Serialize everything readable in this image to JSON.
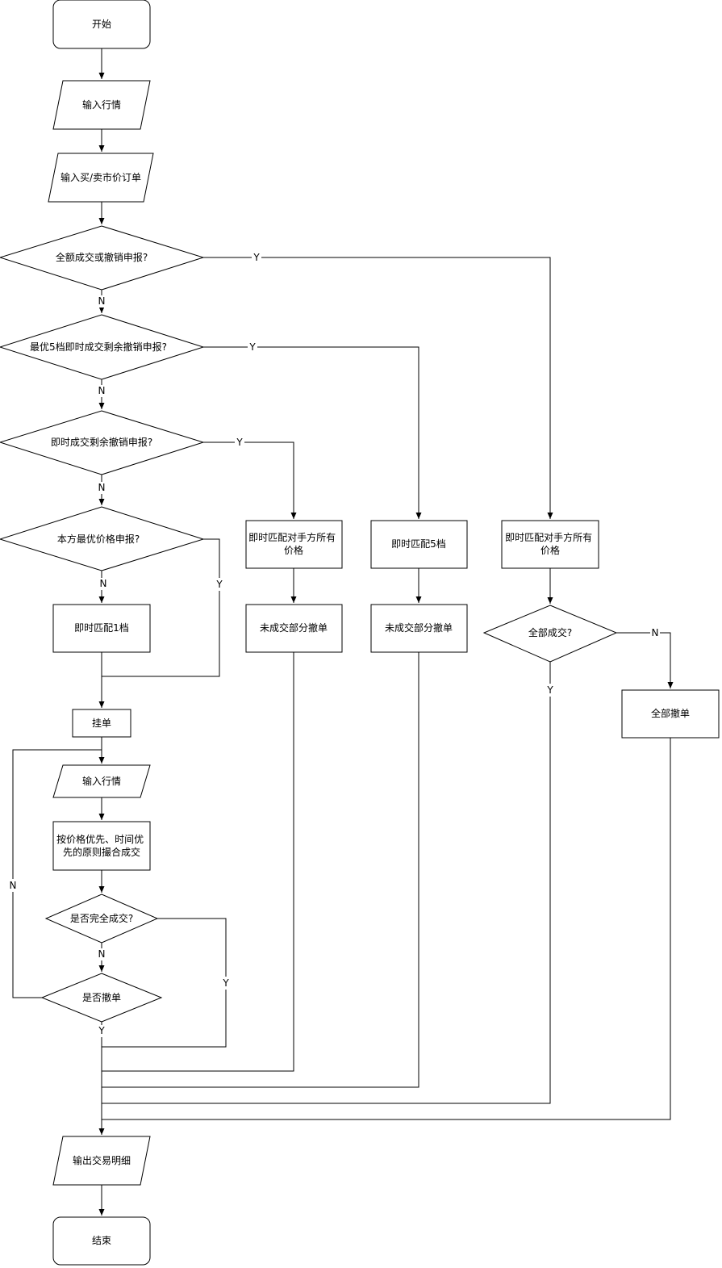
{
  "nodes": {
    "start": "开始",
    "input_quote": "输入行情",
    "input_order": "输入买/卖市价订单",
    "d_fok": "全额成交或撤销申报?",
    "d_best5": "最优5档即时成交剩余撤销申报?",
    "d_ioc": "即时成交剩余撤销申报?",
    "d_own_best": "本方最优价格申报?",
    "match_1": "即时匹配1档",
    "match_all_ioc": [
      "即时匹配对手方所有",
      "价格"
    ],
    "match_5": "即时匹配5档",
    "match_all_fok": [
      "即时匹配对手方所有",
      "价格"
    ],
    "cancel_rest_1": "未成交部分撤单",
    "cancel_rest_2": "未成交部分撤单",
    "d_all_filled": "全部成交?",
    "cancel_all": "全部撤单",
    "pending": "挂单",
    "input_quote_2": "输入行情",
    "match_rule": [
      "按价格优先、时间优",
      "先的原则撮合成交"
    ],
    "d_complete": "是否完全成交?",
    "d_cancel": "是否撤单",
    "output": "输出交易明细",
    "end": "结束"
  },
  "labels": {
    "yes": "Y",
    "no": "N"
  }
}
